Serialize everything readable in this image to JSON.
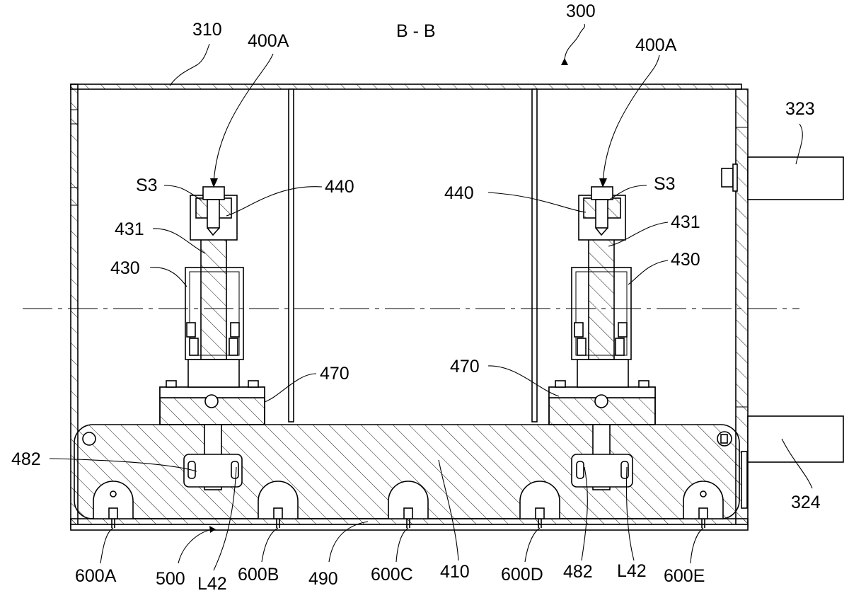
{
  "section_title": "B - B",
  "labels": {
    "l300": "300",
    "l310": "310",
    "l400a_left": "400A",
    "l400a_right": "400A",
    "l323": "323",
    "l324": "324",
    "l_s3_left": "S3",
    "l_s3_right": "S3",
    "l440_left": "440",
    "l440_right": "440",
    "l431_left": "431",
    "l431_right": "431",
    "l430_left": "430",
    "l430_right": "430",
    "l470_left": "470",
    "l470_right": "470",
    "l482_left": "482",
    "l482_right": "482",
    "l410": "410",
    "l490": "490",
    "l500": "500",
    "l42_left": "L42",
    "l42_right": "L42",
    "l600a": "600A",
    "l600b": "600B",
    "l600c": "600C",
    "l600d": "600D",
    "l600e": "600E"
  }
}
